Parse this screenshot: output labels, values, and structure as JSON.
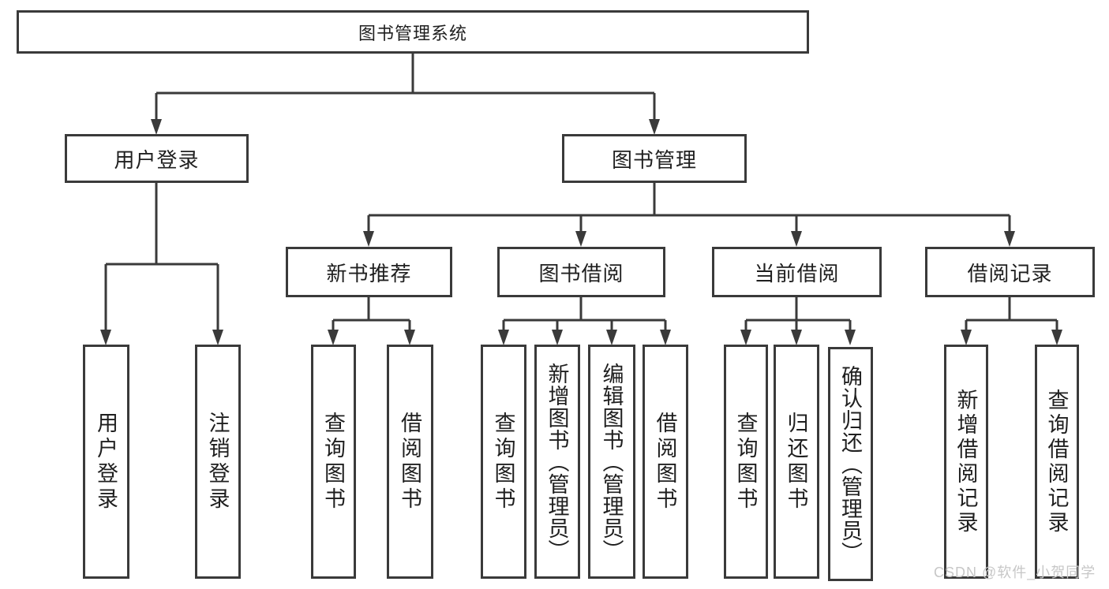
{
  "diagram": {
    "type": "hierarchy-tree",
    "colors": {
      "line": "#3a3a3a",
      "box_border": "#3a3a3a",
      "box_fill": "#ffffff",
      "text": "#1f1f1f",
      "watermark_text": "#c7c7c7",
      "background": "#ffffff"
    },
    "tree": {
      "label": "图书管理系统",
      "children": [
        {
          "label": "用户登录",
          "children": [
            {
              "label": "用户登录"
            },
            {
              "label": "注销登录"
            }
          ]
        },
        {
          "label": "图书管理",
          "children": [
            {
              "label": "新书推荐",
              "children": [
                {
                  "label": "查询图书"
                },
                {
                  "label": "借阅图书"
                }
              ]
            },
            {
              "label": "图书借阅",
              "children": [
                {
                  "label": "查询图书"
                },
                {
                  "label": "新增图书（管理员）"
                },
                {
                  "label": "编辑图书（管理员）"
                },
                {
                  "label": "借阅图书"
                }
              ]
            },
            {
              "label": "当前借阅",
              "children": [
                {
                  "label": "查询图书"
                },
                {
                  "label": "归还图书"
                },
                {
                  "label": "确认归还（管理员）"
                }
              ]
            },
            {
              "label": "借阅记录",
              "children": [
                {
                  "label": "新增借阅记录"
                },
                {
                  "label": "查询借阅记录"
                }
              ]
            }
          ]
        }
      ]
    },
    "watermark": {
      "text": "CSDN @软件_小贺同学"
    }
  }
}
